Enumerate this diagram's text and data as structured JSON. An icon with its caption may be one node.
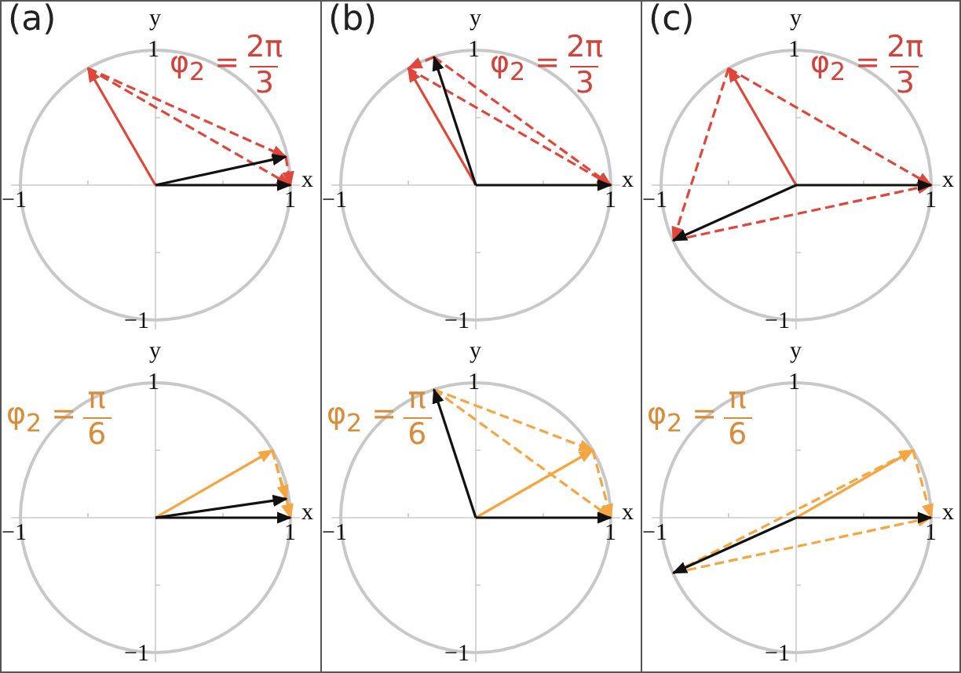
{
  "diagram": {
    "labels": [
      "(a)",
      "y",
      "1",
      "φ$_{2}$ =",
      "2π",
      "3",
      "−1",
      "1",
      "x",
      "−1",
      "(b)",
      "y",
      "1",
      "φ$_{2}$ =",
      "2π",
      "3",
      "−1",
      "1",
      "x",
      "−1",
      "(c)",
      "y",
      "1",
      "φ$_{2}$ =",
      "2π",
      "3",
      "−1",
      "1",
      "x",
      "−1",
      "y",
      "1",
      "φ$_{2}$ =",
      "π",
      "6",
      "−1",
      "1",
      "x",
      "−1",
      "y",
      "1",
      "φ$_{2}$ =",
      "π",
      "6",
      "−1",
      "1",
      "x",
      "−1",
      "y",
      "1",
      "φ$_{2}$ =",
      "π",
      "6",
      "−1",
      "1",
      "x",
      "−1"
    ]
  }
}
